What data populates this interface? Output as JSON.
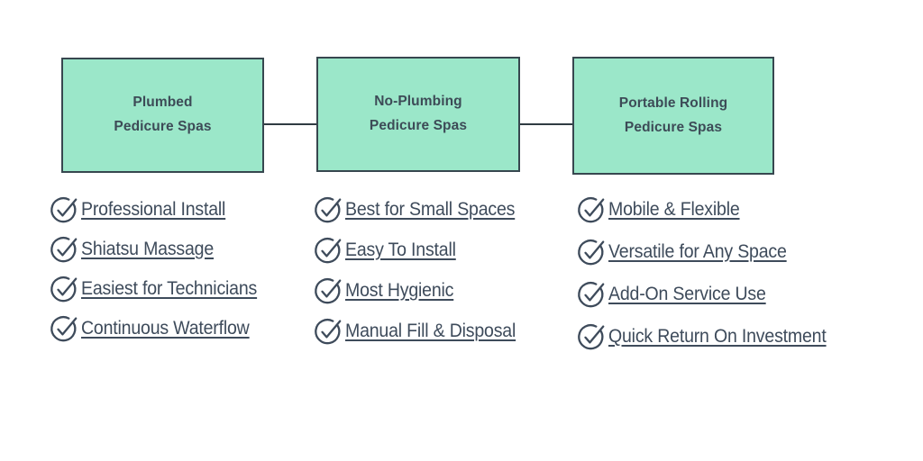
{
  "diagram": {
    "type": "three-column-comparison-flow",
    "accent_color": "#9BE7C9",
    "border_color": "#37474f",
    "text_color": "#3e4b5b",
    "background": "#ffffff",
    "nodes": [
      {
        "id": "plumbed",
        "label": "Plumbed\nPedicure Spas"
      },
      {
        "id": "no-plumbing",
        "label": "No-Plumbing\nPedicure Spas"
      },
      {
        "id": "portable",
        "label": "Portable Rolling\nPedicure Spas"
      }
    ],
    "connectors": [
      {
        "from": "plumbed",
        "to": "no-plumbing"
      },
      {
        "from": "no-plumbing",
        "to": "portable"
      }
    ],
    "columns": [
      {
        "id": "plumbed-features",
        "icon": "check-circle-icon",
        "items": [
          " Professional Install",
          "Shiatsu Massage",
          "Easiest for Technicians",
          "Continuous Waterflow"
        ]
      },
      {
        "id": "no-plumbing-features",
        "icon": "check-circle-icon",
        "items": [
          "Best for Small Spaces",
          "Easy To Install",
          "Most Hygienic",
          "Manual Fill & Disposal"
        ]
      },
      {
        "id": "portable-features",
        "icon": "check-circle-icon",
        "items": [
          "Mobile & Flexible",
          "Versatile for Any Space",
          "Add-On Service Use",
          "Quick Return On Investment"
        ]
      }
    ]
  }
}
